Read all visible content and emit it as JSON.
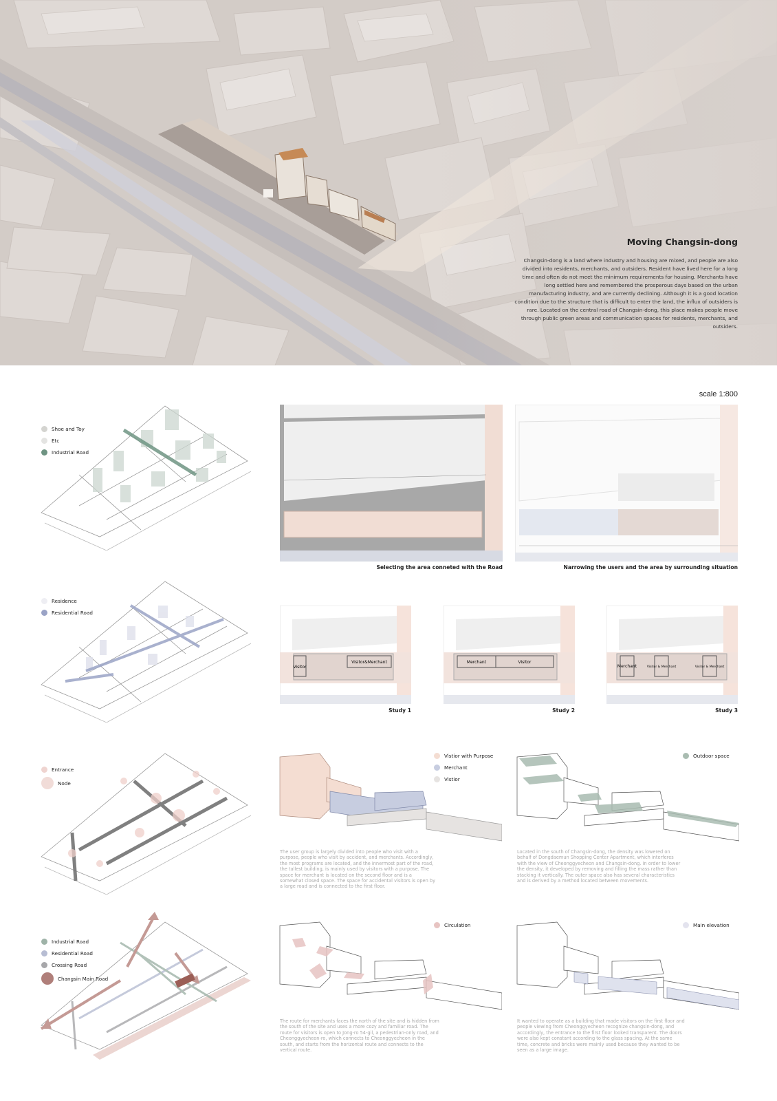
{
  "hero": {
    "title": "Moving Changsin-dong",
    "description": "Changsin-dong is a land where industry and housing are mixed, and people are also divided into residents, merchants, and outsiders. Resident have lived here for a long time and often do not meet the minimum requirements for housing. Merchants have long settled here and remembered the prosperous days based on the urban manufacturing industry, and are currently declining. Although it is a good location condition due to the structure that is difficult to enter the land, the influx of outsiders is rare. Located on the central road of Changsin-dong, this place makes people move through public green areas and communication spaces for residents, merchants, and outsiders."
  },
  "scale_label": "scale 1:800",
  "site_analysis": [
    {
      "legend": [
        {
          "label": "Shoe and Toy",
          "color": "#d4d4d0"
        },
        {
          "label": "Etc",
          "color": "#e4e4e2"
        },
        {
          "label": "Industrial Road",
          "color": "#6f9483"
        }
      ]
    },
    {
      "legend": [
        {
          "label": "Residence",
          "color": "#eeeef3"
        },
        {
          "label": "Residential Road",
          "color": "#9aa3c6"
        }
      ]
    },
    {
      "legend": [
        {
          "label": "Entrance",
          "color": "#efd4d0"
        },
        {
          "label": "Node",
          "color": "#f1dcd8"
        }
      ]
    },
    {
      "legend": [
        {
          "label": "Industrial Road",
          "color": "#9fb3a8"
        },
        {
          "label": "Residential Road",
          "color": "#b7bdd3"
        },
        {
          "label": "Crossing Road",
          "color": "#a7a7aa"
        },
        {
          "label": "Changsin Main Road",
          "color": "#b07f7a"
        }
      ]
    }
  ],
  "site_plans": [
    {
      "caption": "Selecting the area conneted with the Road"
    },
    {
      "caption": "Narrowing the users and the area by surrounding situation"
    }
  ],
  "studies": [
    {
      "caption": "Study 1",
      "boxes": [
        "Visitor",
        "Visitor&Merchant"
      ]
    },
    {
      "caption": "Study 2",
      "boxes": [
        "Merchant",
        "Visitor"
      ]
    },
    {
      "caption": "Study 3",
      "boxes": [
        "Merchant",
        "Visitor & Merchant",
        "Visitor & Merchant"
      ]
    }
  ],
  "users_diagram": {
    "legend": [
      {
        "label": "Vistior with  Purpose",
        "color": "#f4ddd2"
      },
      {
        "label": "Merchant",
        "color": "#c7cde0"
      },
      {
        "label": "Vistior",
        "color": "#e6e3e1"
      }
    ],
    "text": "The user group is largely divided into people who visit with a purpose, people who visit by accident, and merchants. Accordingly, the most programs are located, and the innermost part of the road, the tallest building, is mainly used by visitors with a purpose. The space for merchant is located on the second floor and is a somewhat closed space. The space for accidental visitors is open by a large road and is connected to the first floor."
  },
  "outdoor_diagram": {
    "legend": [
      {
        "label": "Outdoor space",
        "color": "#a9bcb1"
      }
    ],
    "text": "Located in the south of Changsin-dong, the density was lowered on behalf of Dongdaemun Shopping Center Apartment, which interferes with the view of Cheonggyecheon and Changsin-dong. In order to lower the density, it developed by removing and filling the mass rather than stacking it vertically. The outer space also has several characteristics and is derived by a method located between movements."
  },
  "circulation_diagram": {
    "legend": [
      {
        "label": "Circulation",
        "color": "#e7c4c2"
      }
    ],
    "text": "The route for merchants faces the north of the site and is hidden from the south of the site and uses a more cozy and familiar road. The route for visitors is open to Jong-ro 54-gil, a pedestrian-only road, and Cheonggyecheon-ro, which connects to Cheonggyecheon in the south, and starts from the horizontal route and connects to the vertical route."
  },
  "elevation_diagram": {
    "legend": [
      {
        "label": "Main elevation",
        "color": "#e3e3ee"
      }
    ],
    "text": "It wanted to operate as a building that made visitors on the first floor and people viewing from Cheonggyecheon recognize changsin-dong, and accordingly, the entrance to the first floor looked transparent. The doors were also kept constant according to the glass spacing. At the same time, concrete and bricks were mainly used because they wanted to be seen as a large image."
  }
}
